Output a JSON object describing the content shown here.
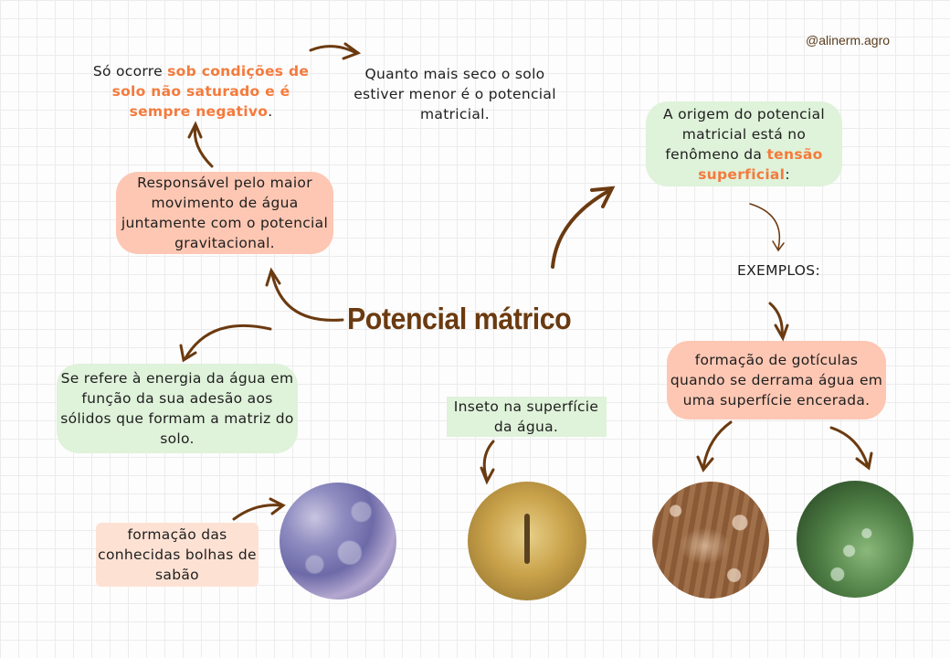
{
  "handle": "@alinerm.agro",
  "title": "Potencial mátrico",
  "nodes": {
    "nao_saturado": {
      "pre": "Só ocorre ",
      "hl": "sob condições de solo não saturado e é sempre negativo",
      "post": "."
    },
    "seco": "Quanto mais seco o solo estiver menor é o potencial matricial.",
    "responsavel": "Responsável pelo maior movimento de água juntamente com o potencial gravitacional.",
    "origem": {
      "pre": "A origem do potencial matricial está no fenômeno da ",
      "hl": "tensão superficial",
      "post": ":"
    },
    "exemplos": "EXEMPLOS:",
    "refere": "Se refere à energia da água em função da sua adesão aos sólidos que formam a matriz do solo.",
    "goticulas": "formação de gotículas quando se derrama água em uma superfície encerada.",
    "inseto": "Inseto na superfície da água.",
    "bolhas": "formação das conhecidas bolhas de sabão"
  },
  "colors": {
    "accent": "#f47a3c",
    "brown": "#6b3a10",
    "peach": "#fdc7b3",
    "green": "#dff2da"
  },
  "photos": [
    "soap-bubbles",
    "insect-on-water",
    "water-drops-on-wood",
    "water-drops-on-leaf"
  ]
}
